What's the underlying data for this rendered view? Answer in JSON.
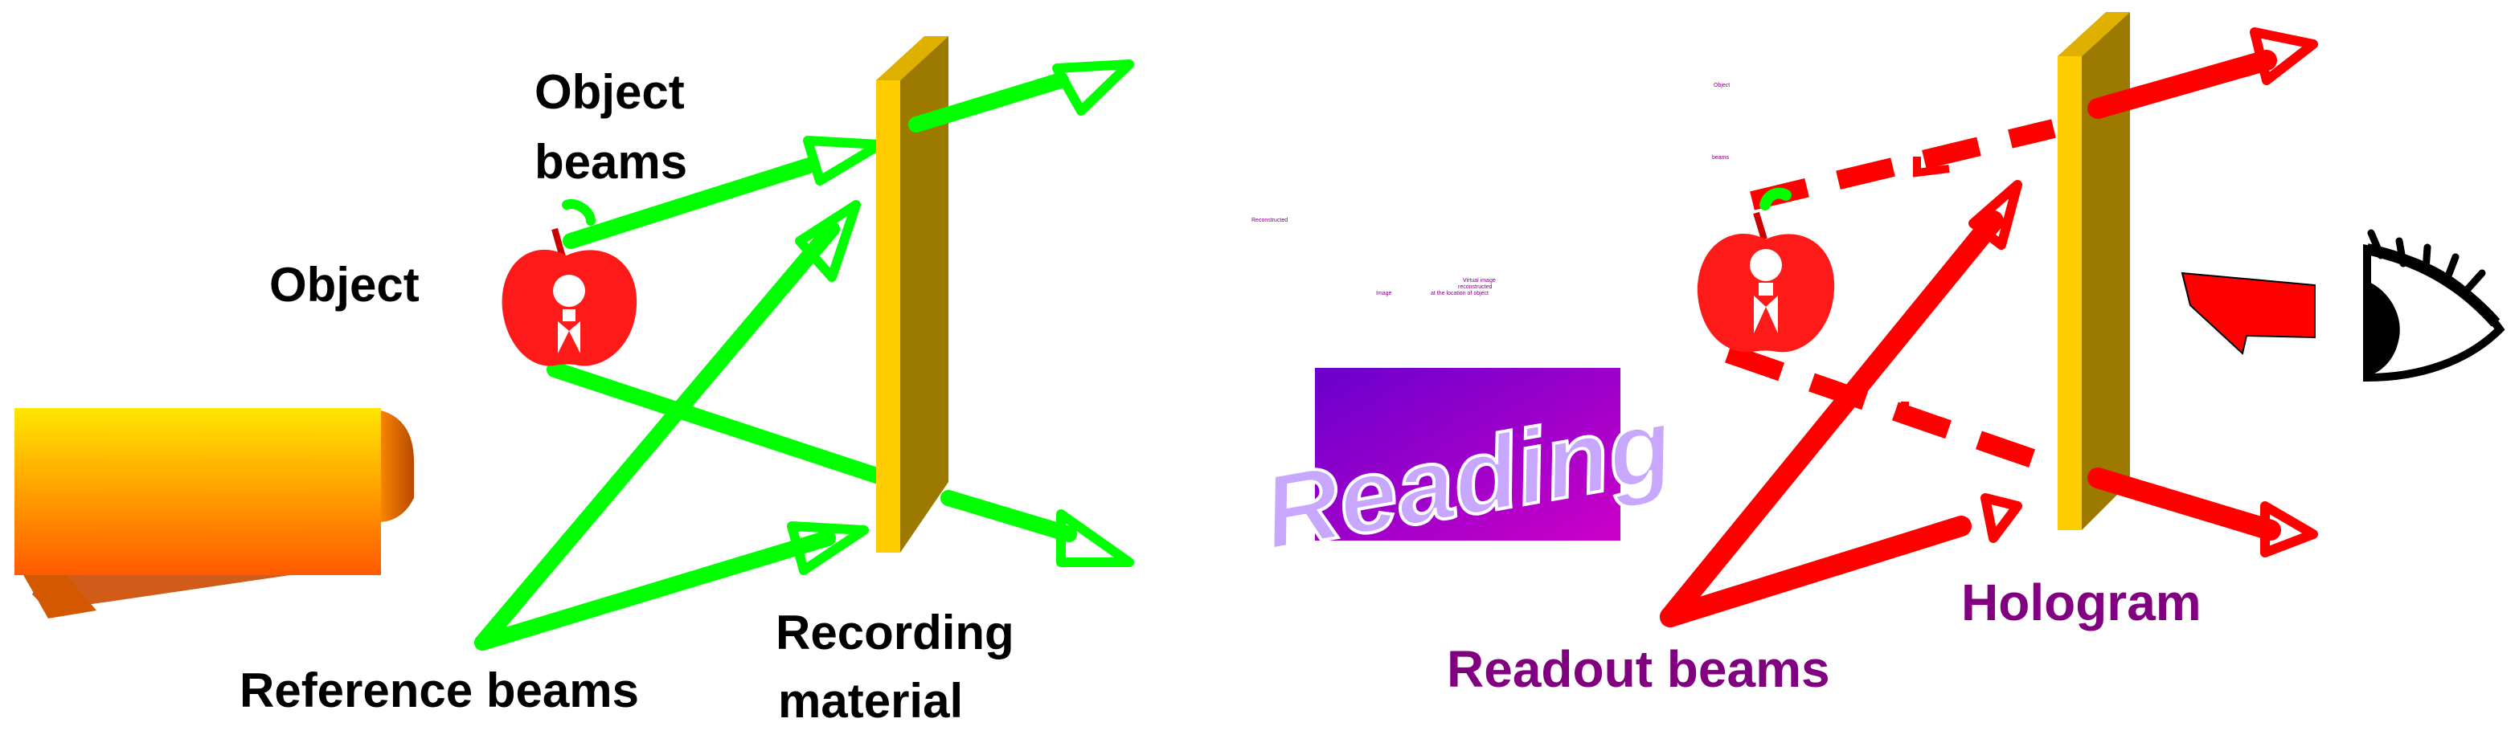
{
  "recording": {
    "object_beams_line1": "Object",
    "object_beams_line2": "beams",
    "object_label": "Object",
    "reference_beams_label": "Reference beams",
    "recording_material_line1": "Recording",
    "recording_material_line2": "material",
    "beam_color": "#00ff00",
    "plate_front_color": "#ffcc00",
    "plate_side_color": "#9c7a00",
    "object_color": "#ff1a1a"
  },
  "readout": {
    "tiny_object": "Object",
    "tiny_beams": "beams",
    "tiny_reconstructed": "Reconstructed",
    "tiny_virtual_line1": "Virtual image",
    "tiny_virtual_line2": "reconstructed",
    "tiny_virtual_line3": "at the location of object",
    "tiny_image": "Image",
    "reading_word": "Reading",
    "hologram_label": "Hologram",
    "readout_beams_label": "Readout beams",
    "beam_color": "#ff0000",
    "label_color": "#800080",
    "reading_bg_top": "#6a00cc",
    "reading_bg_bottom": "#c800c8"
  },
  "source_gradient": {
    "top": "#ffe600",
    "bottom": "#ff5a00"
  }
}
